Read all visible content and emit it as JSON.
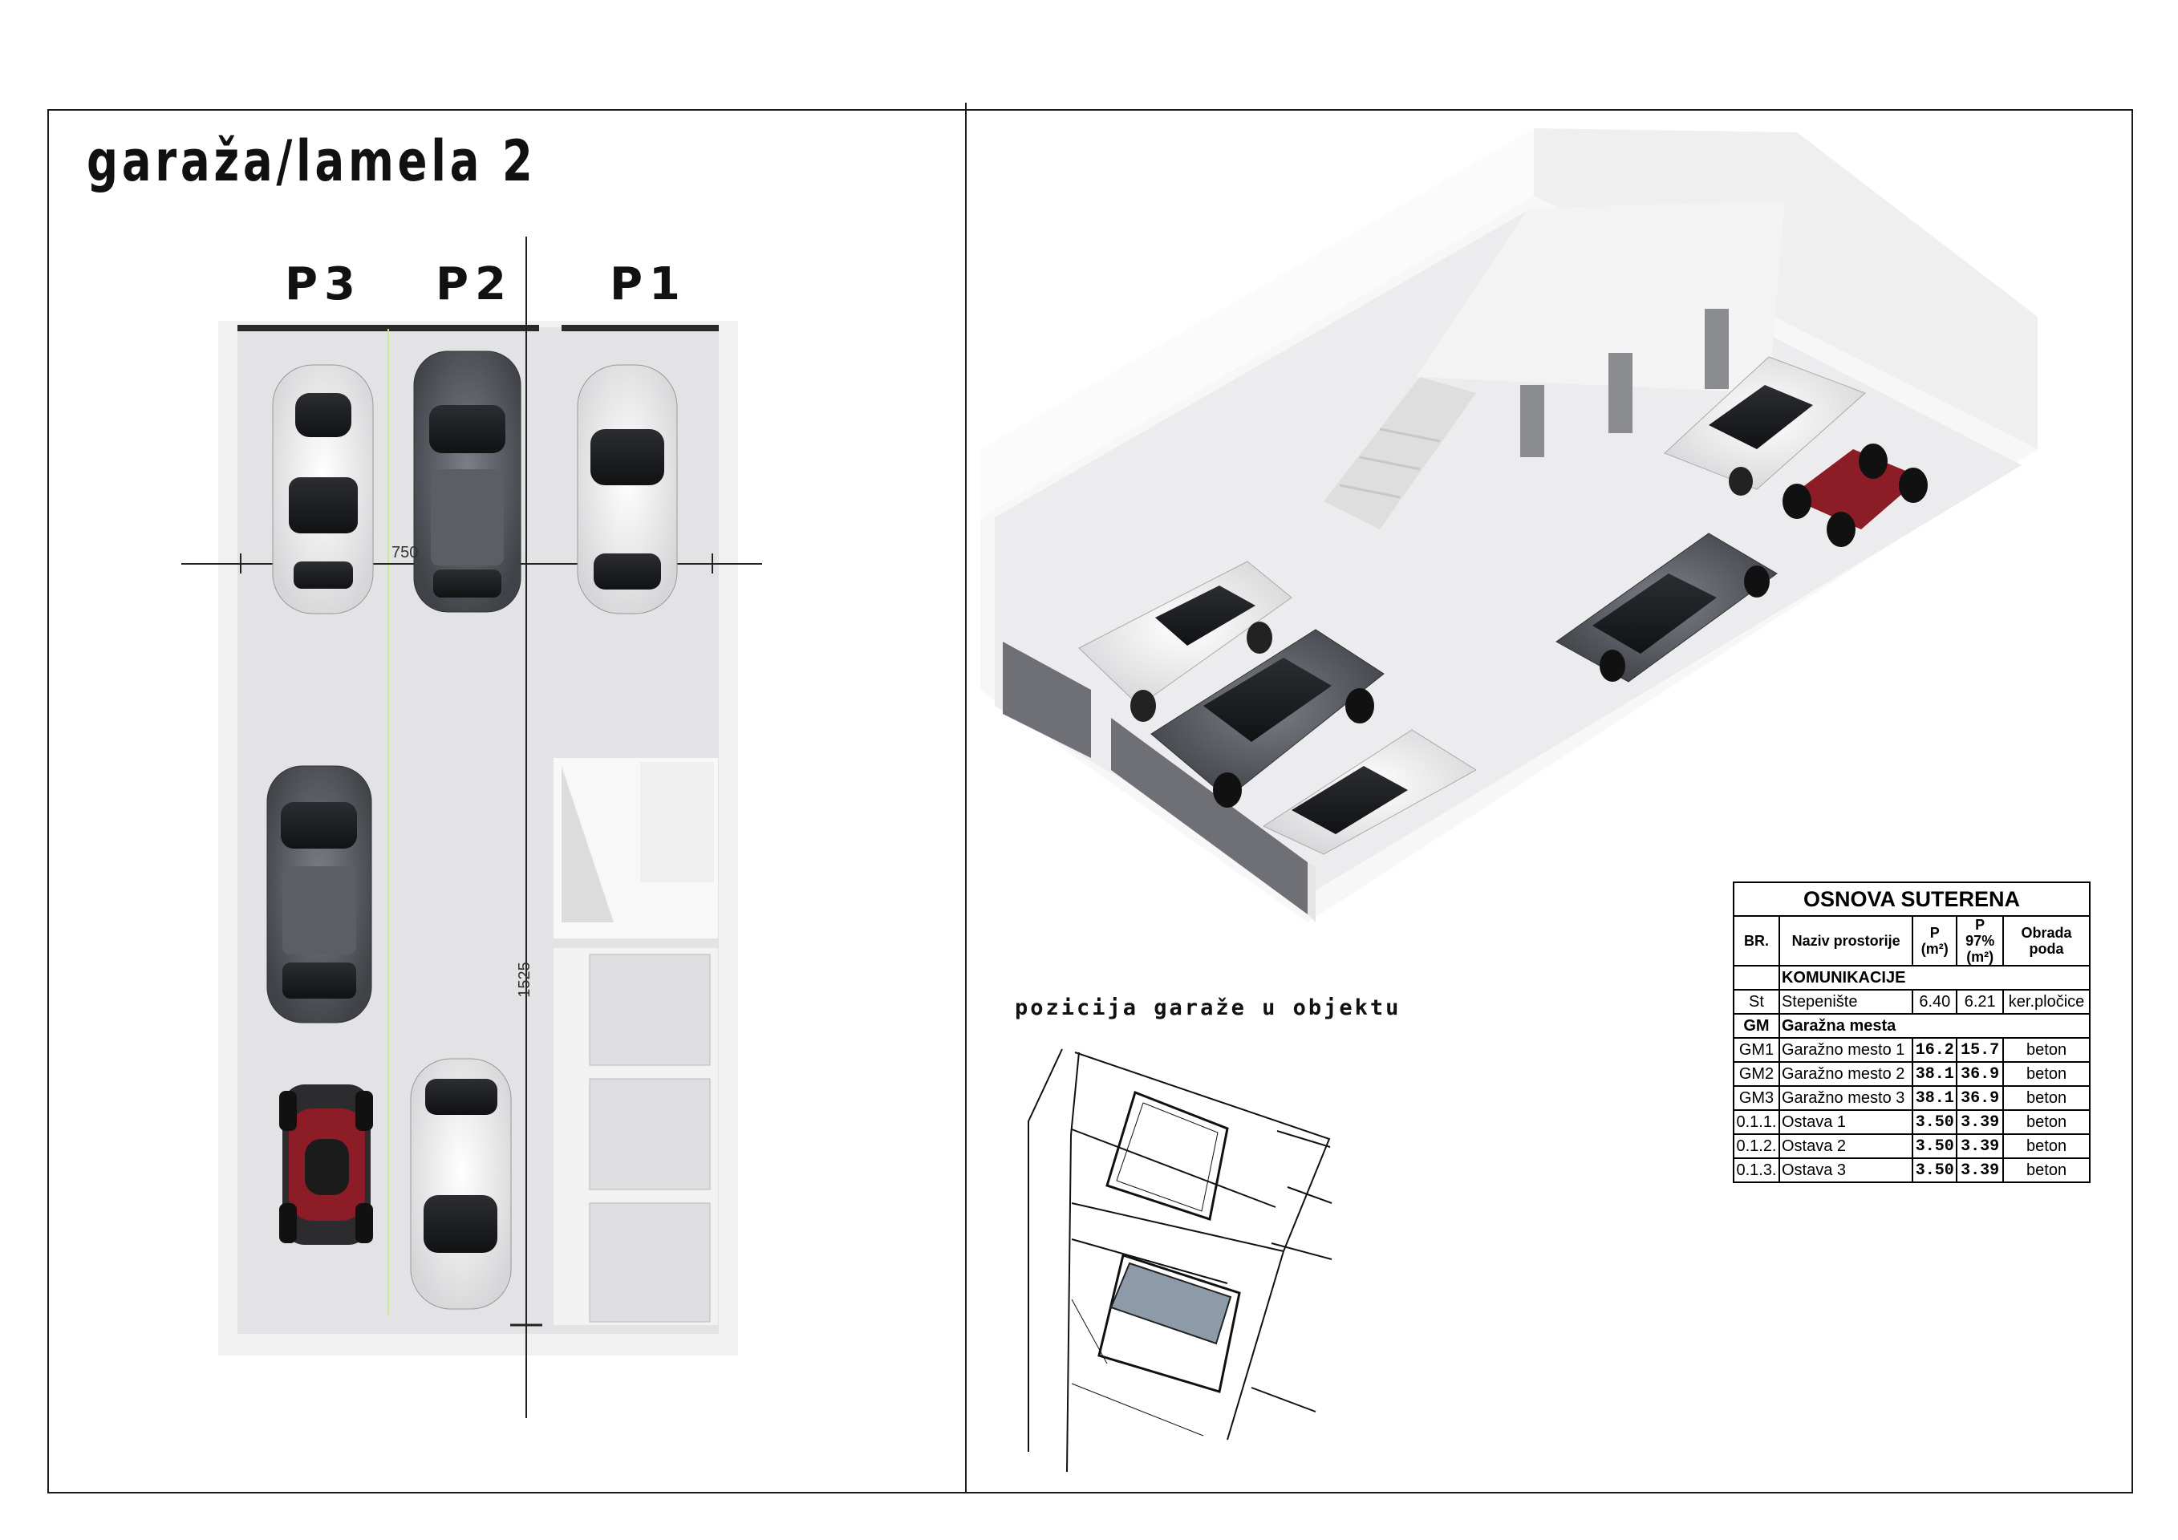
{
  "title": "garaža/lamela 2",
  "parking_labels": [
    "P3",
    "P2",
    "P1"
  ],
  "dimensions": {
    "width": "750",
    "length": "1525"
  },
  "location_caption": "pozicija garaže u objektu",
  "legend": {
    "title": "OSNOVA SUTERENA",
    "columns": [
      "BR.",
      "Naziv prostorije",
      "P (m²)",
      "P 97% (m²)",
      "Obrada poda"
    ],
    "groups": [
      {
        "code": "",
        "label": "KOMUNIKACIJE",
        "rows": [
          {
            "br": "St",
            "name": "Stepenište",
            "p": "6.40",
            "p97": "6.21",
            "floor": "ker.pločice"
          }
        ]
      },
      {
        "code": "GM",
        "label": "Garažna mesta",
        "rows": [
          {
            "br": "GM1",
            "name": "Garažno mesto 1",
            "p": "16.2",
            "p97": "15.7",
            "floor": "beton"
          },
          {
            "br": "GM2",
            "name": "Garažno mesto 2",
            "p": "38.1",
            "p97": "36.9",
            "floor": "beton"
          },
          {
            "br": "GM3",
            "name": "Garažno mesto 3",
            "p": "38.1",
            "p97": "36.9",
            "floor": "beton"
          },
          {
            "br": "0.1.1.",
            "name": "Ostava 1",
            "p": "3.50",
            "p97": "3.39",
            "floor": "beton"
          },
          {
            "br": "0.1.2.",
            "name": "Ostava 2",
            "p": "3.50",
            "p97": "3.39",
            "floor": "beton"
          },
          {
            "br": "0.1.3.",
            "name": "Ostava 3",
            "p": "3.50",
            "p97": "3.39",
            "floor": "beton"
          }
        ]
      }
    ]
  },
  "colors": {
    "floor": "#e4e4e6",
    "wall": "#f7f7f7",
    "car_white": "#f4f4f4",
    "car_grey": "#5e6168",
    "car_blue": "#4f5a6e",
    "atv_red": "#8c1d26",
    "site_fill": "#8d9aa8"
  }
}
